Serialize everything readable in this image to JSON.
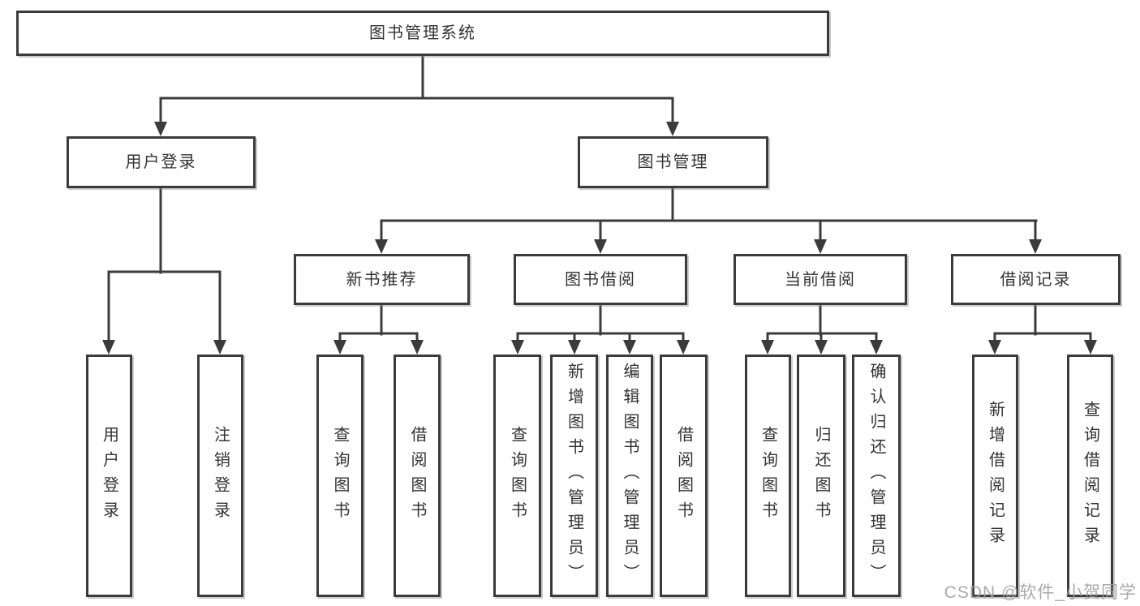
{
  "tree": {
    "root": {
      "label": "图书管理系统"
    },
    "level1": [
      {
        "label": "用户登录",
        "children": [
          {
            "label": "用户登录"
          },
          {
            "label": "注销登录"
          }
        ]
      },
      {
        "label": "图书管理",
        "children": [
          {
            "label": "新书推荐",
            "children": [
              {
                "label": "查询图书"
              },
              {
                "label": "借阅图书"
              }
            ]
          },
          {
            "label": "图书借阅",
            "children": [
              {
                "label": "查询图书"
              },
              {
                "label": "新增图书（管理员）"
              },
              {
                "label": "编辑图书（管理员）"
              },
              {
                "label": "借阅图书"
              }
            ]
          },
          {
            "label": "当前借阅",
            "children": [
              {
                "label": "查询图书"
              },
              {
                "label": "归还图书"
              },
              {
                "label": "确认归还（管理员）"
              }
            ]
          },
          {
            "label": "借阅记录",
            "children": [
              {
                "label": "新增借阅记录"
              },
              {
                "label": "查询借阅记录"
              }
            ]
          }
        ]
      }
    ]
  },
  "watermark": {
    "text": "CSDN @软件_小贺同学"
  },
  "colors": {
    "line": "#3b3b3b",
    "border": "#3b3b3b",
    "text": "#333333",
    "background": "#ffffff",
    "watermark": "#9f9f9f"
  }
}
